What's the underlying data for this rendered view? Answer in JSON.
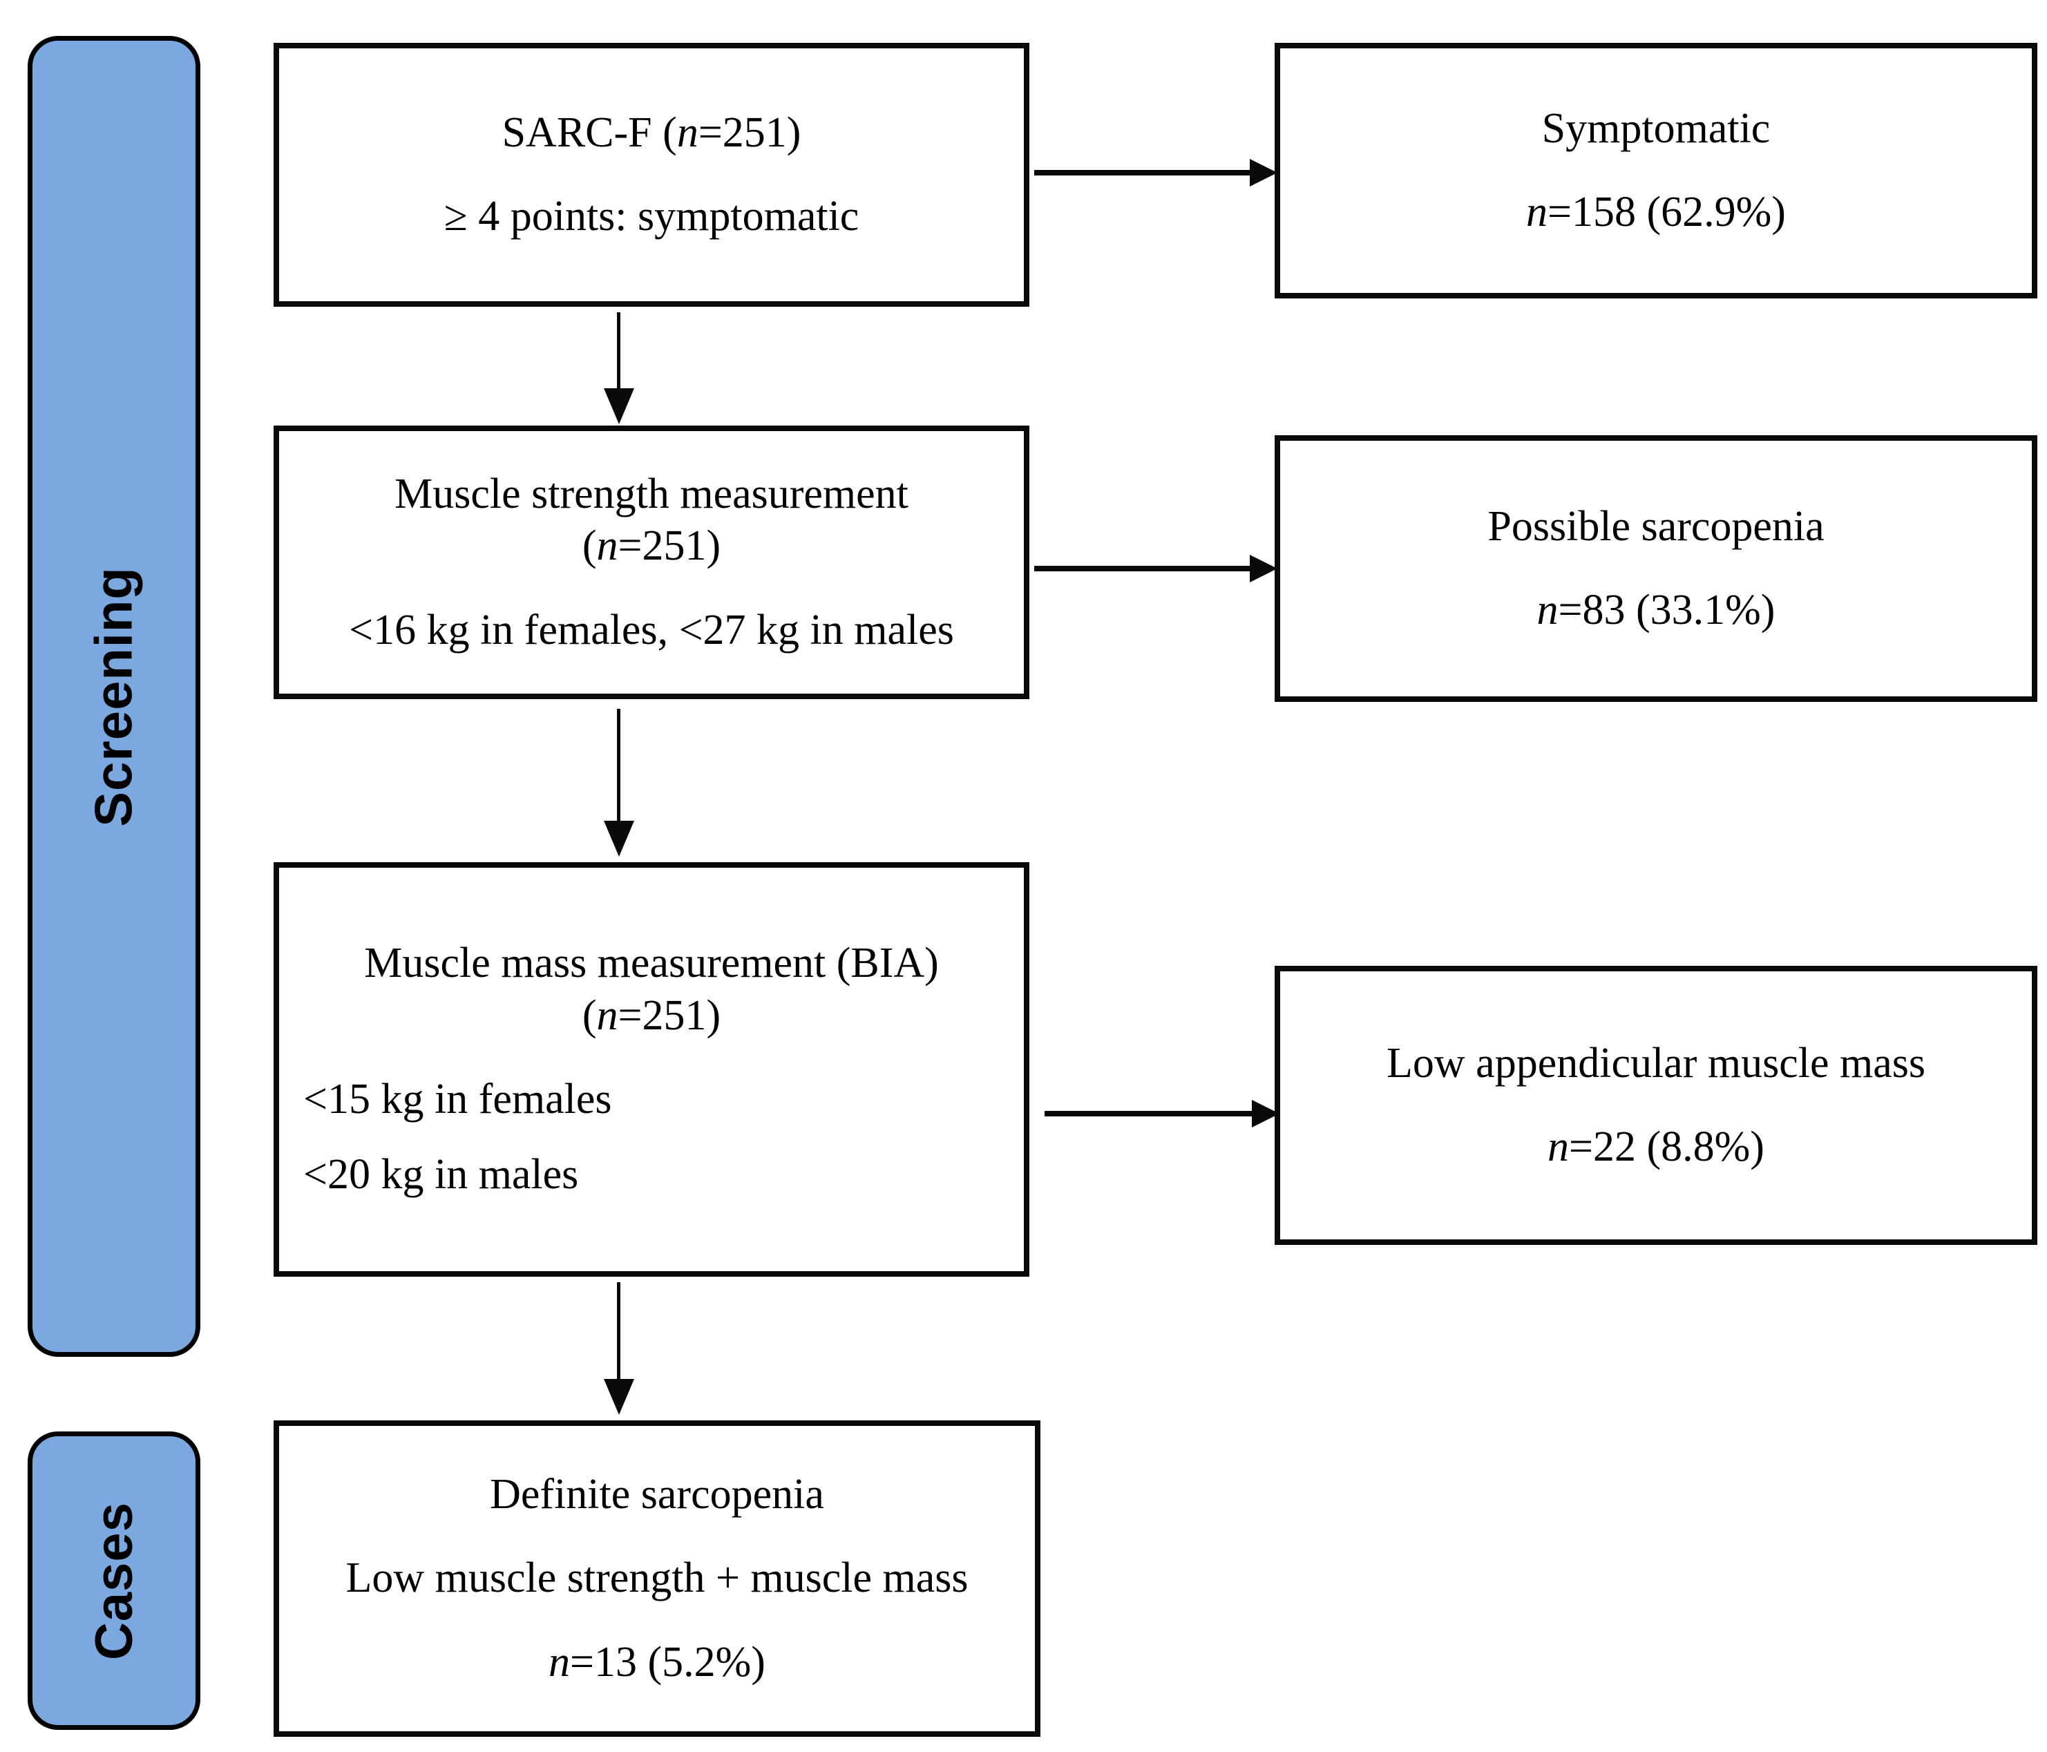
{
  "figure": {
    "type": "flowchart",
    "accent_blue": "#7CA8E0",
    "line_color": "#0a0a0a"
  },
  "stages": [
    {
      "id": "screening",
      "label": "Screening"
    },
    {
      "id": "cases",
      "label": "Cases"
    }
  ],
  "boxes": {
    "sarcf": {
      "line1": "SARC-F (n=251)",
      "line2": "≥ 4 points: symptomatic"
    },
    "symptomatic": {
      "line1": "Symptomatic",
      "line2": "n=158 (62.9%)"
    },
    "strength": {
      "line1": "Muscle strength measurement",
      "line2": "(n=251)",
      "line3": "<16 kg in females, <27 kg in males"
    },
    "possible": {
      "line1": "Possible sarcopenia",
      "line2": "n=83 (33.1%)"
    },
    "mass": {
      "line1": "Muscle mass measurement (BIA)",
      "line2": "(n=251)",
      "line3": "<15 kg in females",
      "line4": "<20 kg in males"
    },
    "lowappend": {
      "line1": "Low appendicular muscle mass",
      "line2": "n=22 (8.8%)"
    },
    "definite": {
      "line1": "Definite sarcopenia",
      "line2": "Low muscle strength + muscle mass",
      "line3": "n=13 (5.2%)"
    }
  },
  "arrows": [
    {
      "id": "sarcf-to-symptomatic",
      "direction": "right"
    },
    {
      "id": "strength-to-possible",
      "direction": "right"
    },
    {
      "id": "mass-to-lowappend",
      "direction": "right"
    },
    {
      "id": "sarcf-to-strength",
      "direction": "down"
    },
    {
      "id": "strength-to-mass",
      "direction": "down"
    },
    {
      "id": "mass-to-definite",
      "direction": "down"
    }
  ],
  "chart_data": {
    "type": "flowchart",
    "title": "Sarcopenia screening and case identification flow",
    "total_n": 251,
    "nodes": [
      {
        "id": "sarcf",
        "label": "SARC-F",
        "n": 251,
        "criterion": "≥ 4 points: symptomatic",
        "stage": "Screening"
      },
      {
        "id": "symptomatic",
        "label": "Symptomatic",
        "n": 158,
        "percent": 62.9,
        "stage": "Screening"
      },
      {
        "id": "strength",
        "label": "Muscle strength measurement",
        "n": 251,
        "criterion": "<16 kg in females, <27 kg in males",
        "stage": "Screening"
      },
      {
        "id": "possible",
        "label": "Possible sarcopenia",
        "n": 83,
        "percent": 33.1,
        "stage": "Screening"
      },
      {
        "id": "mass",
        "label": "Muscle mass measurement (BIA)",
        "n": 251,
        "criterion": "<15 kg in females; <20 kg in males",
        "stage": "Screening"
      },
      {
        "id": "lowappend",
        "label": "Low appendicular muscle mass",
        "n": 22,
        "percent": 8.8,
        "stage": "Screening"
      },
      {
        "id": "definite",
        "label": "Definite sarcopenia",
        "criterion": "Low muscle strength + muscle mass",
        "n": 13,
        "percent": 5.2,
        "stage": "Cases"
      }
    ],
    "edges": [
      {
        "from": "sarcf",
        "to": "symptomatic"
      },
      {
        "from": "sarcf",
        "to": "strength"
      },
      {
        "from": "strength",
        "to": "possible"
      },
      {
        "from": "strength",
        "to": "mass"
      },
      {
        "from": "mass",
        "to": "lowappend"
      },
      {
        "from": "mass",
        "to": "definite"
      }
    ]
  }
}
